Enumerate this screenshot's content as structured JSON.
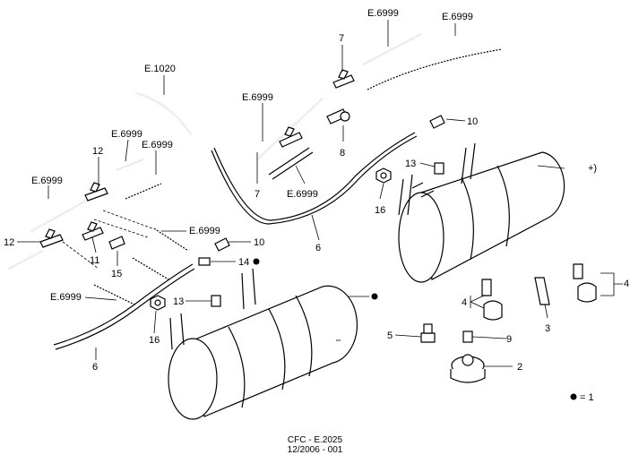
{
  "labels": {
    "e1020": "E.1020",
    "e6999": "E.6999",
    "n2": "2",
    "n3": "3",
    "n4": "4",
    "n5": "5",
    "n6": "6",
    "n7": "7",
    "n8": "8",
    "n9": "9",
    "n10": "10",
    "n11": "11",
    "n12": "12",
    "n13": "13",
    "n14": "14",
    "n15": "15",
    "n16": "16",
    "plus": "+)"
  },
  "legend": {
    "value": "= 1"
  },
  "footer": {
    "line1": "CFC - E.2025",
    "line2": "12/2006 - 001"
  }
}
